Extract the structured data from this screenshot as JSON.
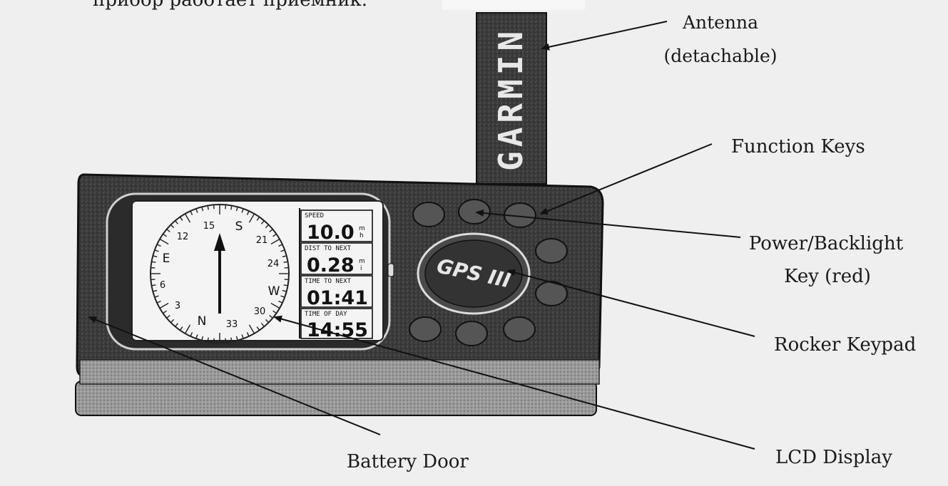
{
  "header_text": "прибор работает приемник.",
  "antenna_brand": "GARMIN",
  "labels": {
    "antenna_line1": "Antenna",
    "antenna_line2": "(detachable)",
    "function_keys": "Function Keys",
    "power_line1": "Power/Backlight",
    "power_line2": "Key (red)",
    "rocker_keypad": "Rocker Keypad",
    "battery_door": "Battery Door",
    "lcd_display": "LCD Display"
  },
  "lcd": {
    "compass": {
      "N": "N",
      "S": "S",
      "E": "E",
      "W": "W",
      "t3": "3",
      "t6": "6",
      "t12": "12",
      "t15": "15",
      "t21": "21",
      "t24": "24",
      "t30": "30",
      "t33": "33"
    },
    "fields": [
      {
        "label": "SPEED",
        "value": "10.0",
        "unit_top": "m",
        "unit_bottom": "h"
      },
      {
        "label": "DIST TO NEXT",
        "value": "0.28",
        "unit_top": "m",
        "unit_bottom": "i"
      },
      {
        "label": "TIME TO NEXT",
        "value": "01:41"
      },
      {
        "label": "TIME OF DAY",
        "value": "14:55"
      }
    ]
  },
  "keypad_logo": "GPS III"
}
